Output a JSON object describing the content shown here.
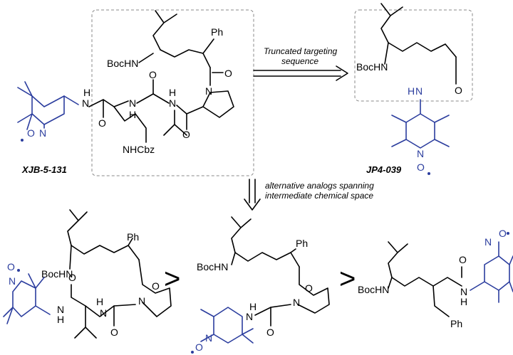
{
  "compounds": {
    "xjb": "XJB-5-131",
    "jp4": "JP4-039"
  },
  "arrows": {
    "truncated_line1": "Truncated targeting",
    "truncated_line2": "sequence",
    "alternative_line1": "alternative analogs spanning",
    "alternative_line2": "intermediate chemical space"
  },
  "comparison": {
    "gt1": ">",
    "gt2": ">"
  },
  "atoms": {
    "bochn": "BocHN",
    "ph": "Ph",
    "o": "O",
    "n": "N",
    "h": "H",
    "nhcbz": "NHCbz",
    "nitroxide_o": "O"
  },
  "colors": {
    "nitroxide": "#2b3d9e",
    "bond": "#000000"
  }
}
